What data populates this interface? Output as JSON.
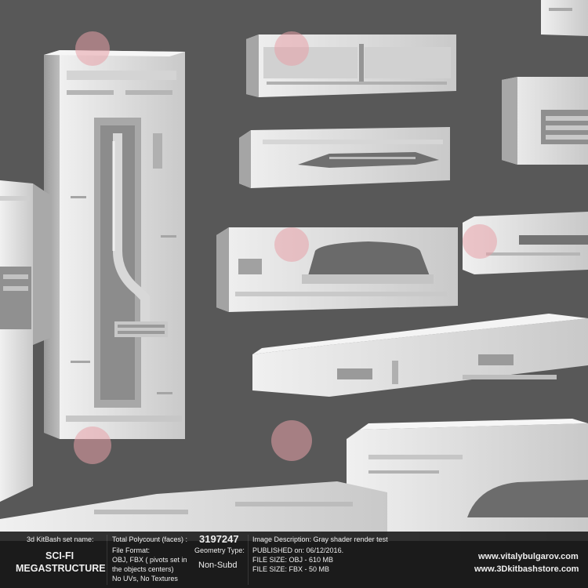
{
  "info": {
    "set_label": "3d KitBash set name:",
    "set_name_line1": "SCI-FI",
    "set_name_line2": "MEGASTRUCTURE",
    "polycount_label": "Total Polycount (faces) :",
    "polycount_value": "3197247",
    "file_format_label": "File Format:",
    "file_format_line1": "OBJ, FBX ( pivots set in",
    "file_format_line2": "the objects centers)",
    "file_format_line3": "No UVs, No Textures",
    "geometry_label": "Geometry Type:",
    "geometry_value": "Non-Subd",
    "image_description": "Image Description: Gray shader render test",
    "published": "PUBLISHED on: 06/12/2016.",
    "file_size_obj": "FILE SIZE: OBJ - 610 MB",
    "file_size_fbx": "FILE SIZE: FBX - 50 MB",
    "website_1": "www.vitalybulgarov.com",
    "website_2": "www.3Dkitbashstore.com"
  },
  "colors": {
    "background": "#585858",
    "model_light": "#e2e2e2",
    "model_mid": "#bdbdbd",
    "model_dark": "#8a8a8a",
    "watermark": "#e7a0a8",
    "bar": "#121212"
  }
}
